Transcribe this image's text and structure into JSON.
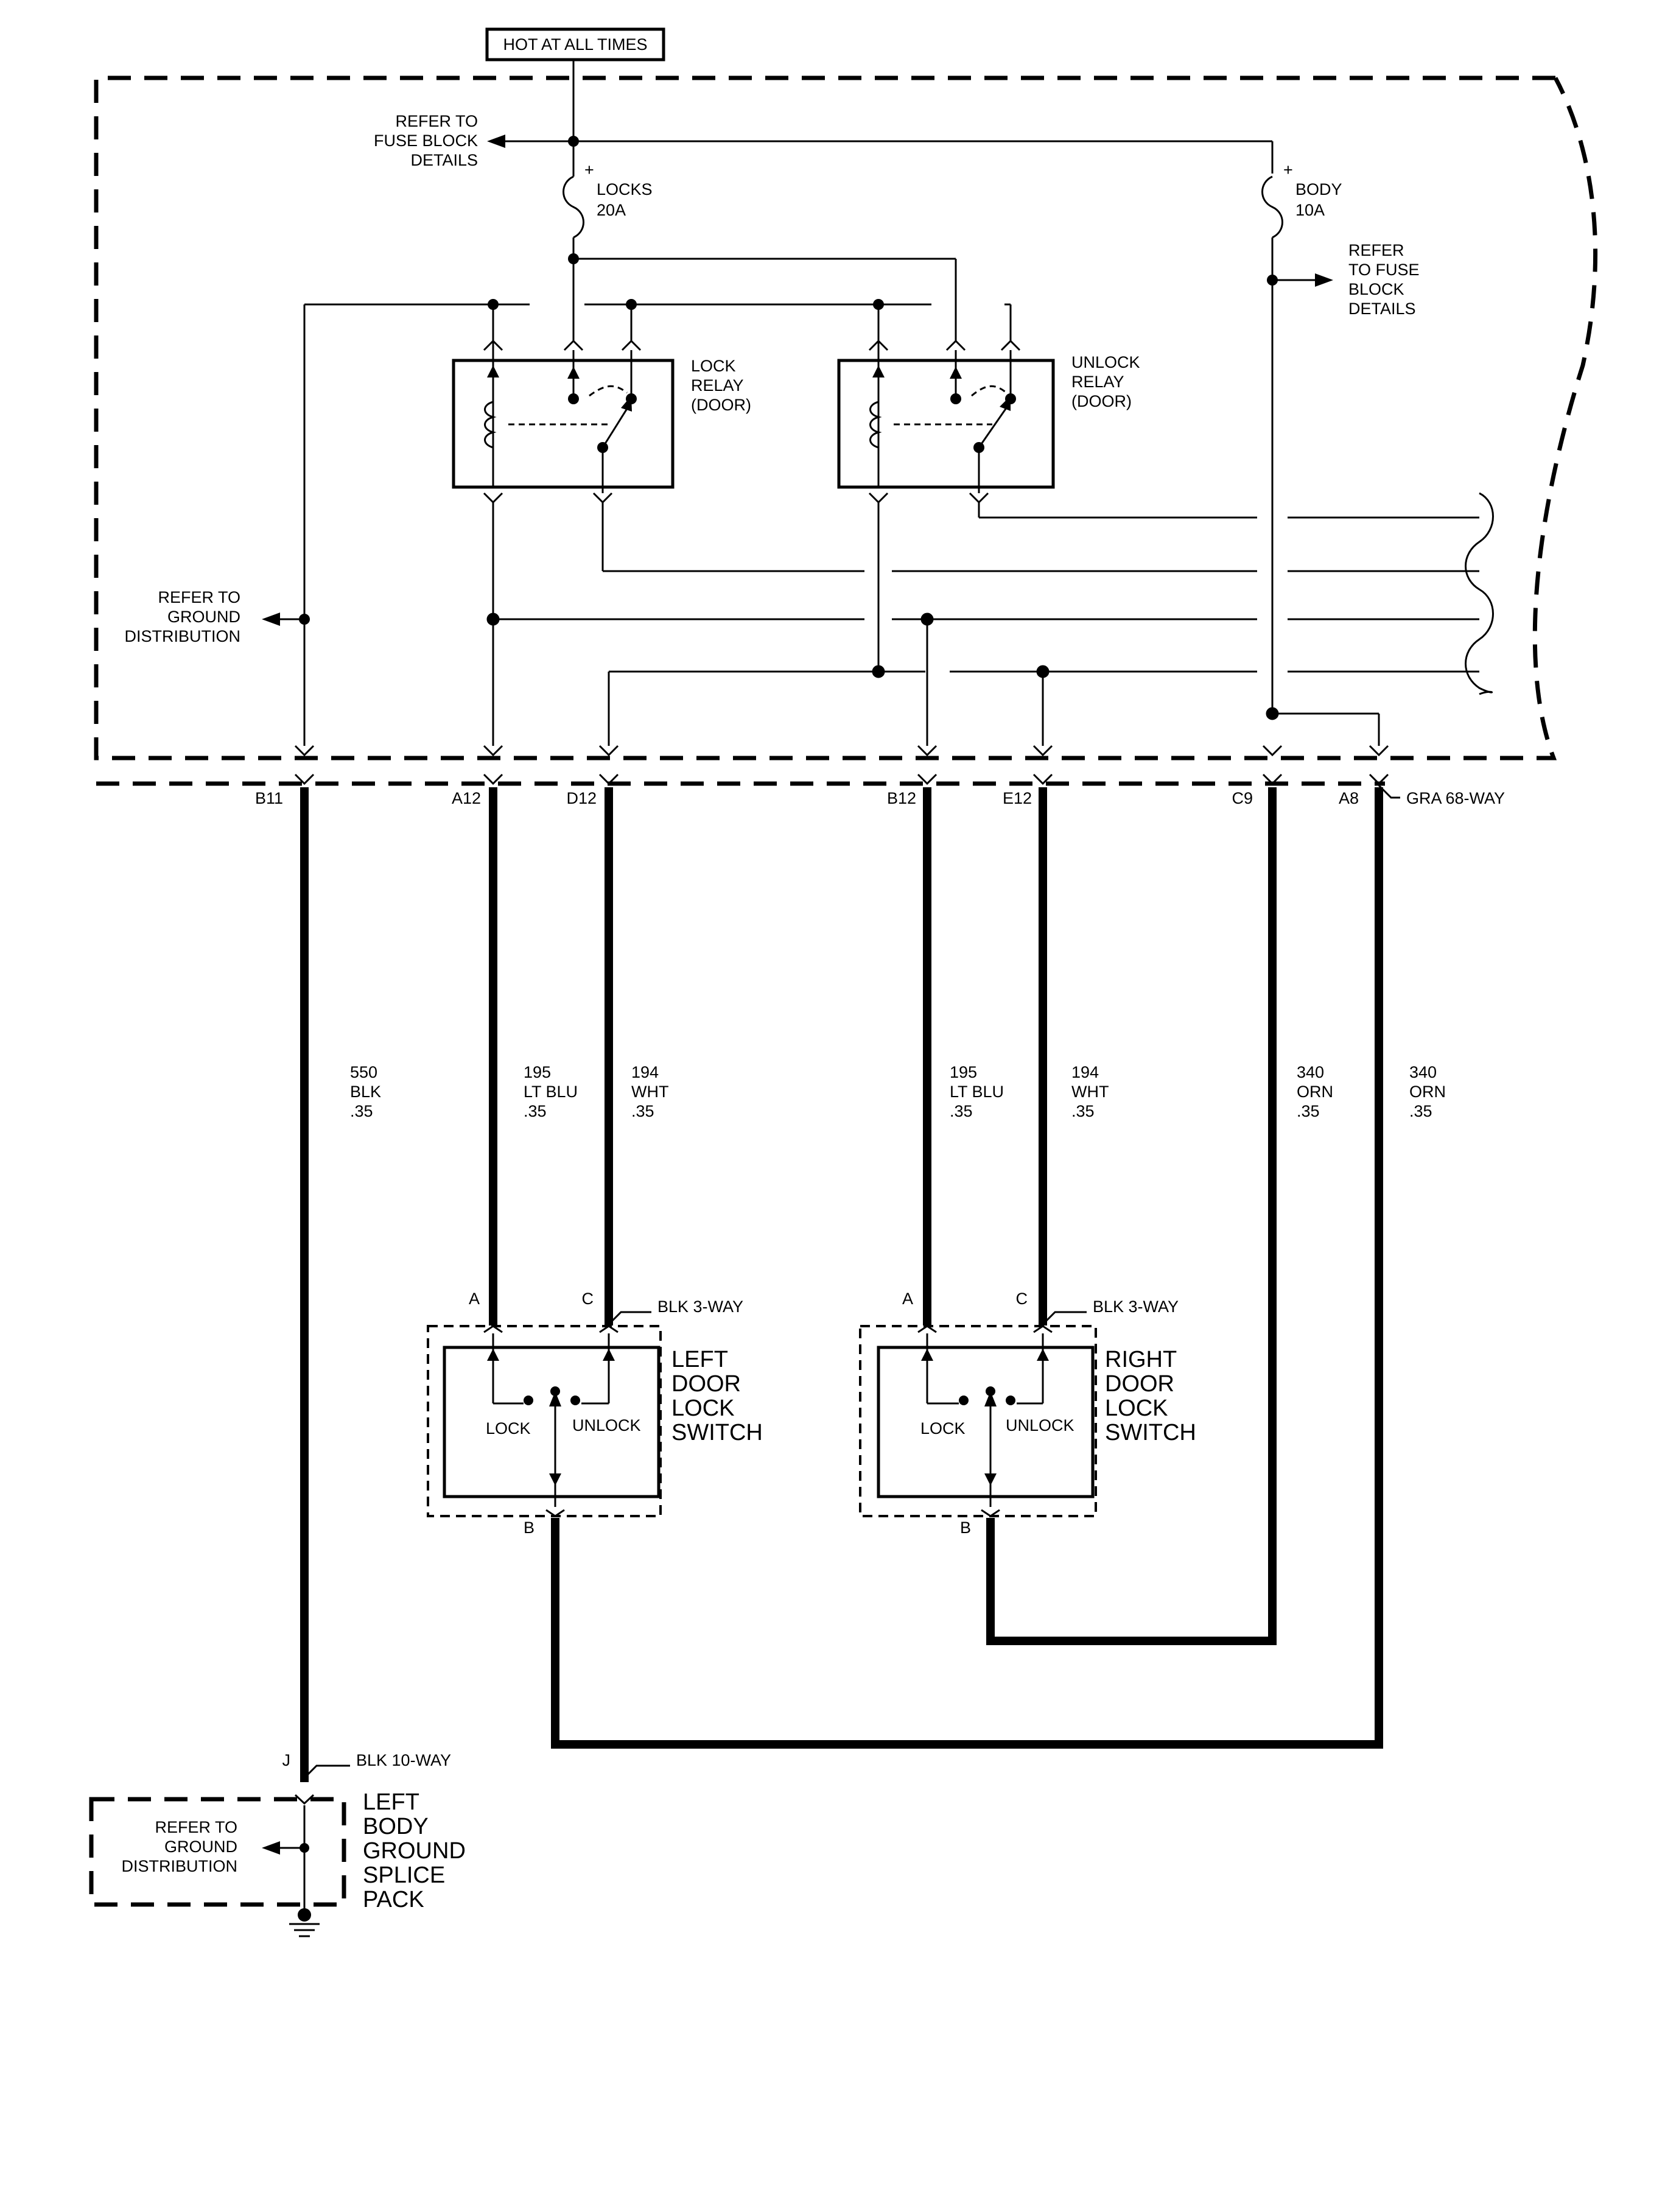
{
  "supply": {
    "label": "HOT AT ALL TIMES"
  },
  "fuse_block": {
    "refer_fuse_top": [
      "REFER TO",
      "FUSE BLOCK",
      "DETAILS"
    ],
    "refer_fuse_right": [
      "REFER",
      "TO FUSE",
      "BLOCK",
      "DETAILS"
    ],
    "refer_ground": [
      "REFER TO",
      "GROUND",
      "DISTRIBUTION"
    ],
    "locks_fuse": [
      "LOCKS",
      "20A"
    ],
    "body_fuse": [
      "BODY",
      "10A"
    ],
    "fuse_polarity": "+",
    "lock_relay": [
      "LOCK",
      "RELAY",
      "(DOOR)"
    ],
    "unlock_relay": [
      "UNLOCK",
      "RELAY",
      "(DOOR)"
    ]
  },
  "connector": {
    "name": "GRA 68-WAY",
    "pins": [
      "B11",
      "A12",
      "D12",
      "B12",
      "E12",
      "C9",
      "A8"
    ]
  },
  "wires": [
    {
      "circuit": "550",
      "color": "BLK",
      "gauge": ".35"
    },
    {
      "circuit": "195",
      "color": "LT BLU",
      "gauge": ".35"
    },
    {
      "circuit": "194",
      "color": "WHT",
      "gauge": ".35"
    },
    {
      "circuit": "195",
      "color": "LT BLU",
      "gauge": ".35"
    },
    {
      "circuit": "194",
      "color": "WHT",
      "gauge": ".35"
    },
    {
      "circuit": "340",
      "color": "ORN",
      "gauge": ".35"
    },
    {
      "circuit": "340",
      "color": "ORN",
      "gauge": ".35"
    }
  ],
  "left_switch": {
    "connector": "BLK 3-WAY",
    "pin_a": "A",
    "pin_c": "C",
    "pin_b": "B",
    "title": [
      "LEFT",
      "DOOR",
      "LOCK",
      "SWITCH"
    ],
    "lock": "LOCK",
    "unlock": "UNLOCK"
  },
  "right_switch": {
    "connector": "BLK 3-WAY",
    "pin_a": "A",
    "pin_c": "C",
    "pin_b": "B",
    "title": [
      "RIGHT",
      "DOOR",
      "LOCK",
      "SWITCH"
    ],
    "lock": "LOCK",
    "unlock": "UNLOCK"
  },
  "ground_pack": {
    "connector": "BLK 10-WAY",
    "pin": "J",
    "refer": [
      "REFER TO",
      "GROUND",
      "DISTRIBUTION"
    ],
    "title": [
      "LEFT",
      "BODY",
      "GROUND",
      "SPLICE",
      "PACK"
    ]
  },
  "colors": {
    "ink": "#000000",
    "paper": "#ffffff"
  }
}
